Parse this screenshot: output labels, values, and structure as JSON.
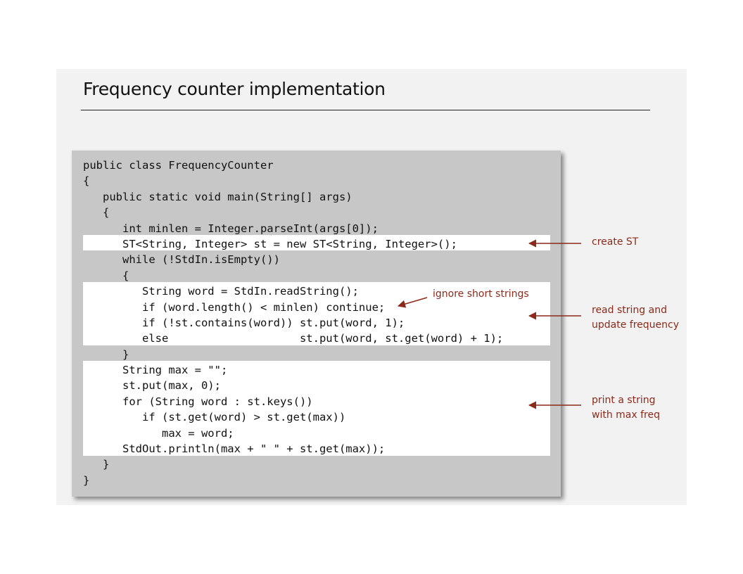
{
  "title": "Frequency counter implementation",
  "code_lines": [
    "public class FrequencyCounter",
    "{",
    "   public static void main(String[] args)",
    "   {",
    "      int minlen = Integer.parseInt(args[0]);",
    "      ST<String, Integer> st = new ST<String, Integer>();",
    "      while (!StdIn.isEmpty())",
    "      {",
    "         String word = StdIn.readString();",
    "         if (word.length() < minlen) continue;",
    "         if (!st.contains(word)) st.put(word, 1);",
    "         else                    st.put(word, st.get(word) + 1);",
    "      }",
    "      String max = \"\";",
    "      st.put(max, 0);",
    "      for (String word : st.keys())",
    "         if (st.get(word) > st.get(max))",
    "            max = word;",
    "      StdOut.println(max + \" \" + st.get(max));",
    "   }",
    "}"
  ],
  "annotations": {
    "create_st": "create ST",
    "ignore_short": "ignore short strings",
    "read_update_1": "read string and",
    "read_update_2": "update frequency",
    "print_max_1": "print a string",
    "print_max_2": "with max freq"
  },
  "colors": {
    "annotation": "#8b2a1a",
    "code_box": "#c7c7c7",
    "highlight": "#ffffff"
  }
}
